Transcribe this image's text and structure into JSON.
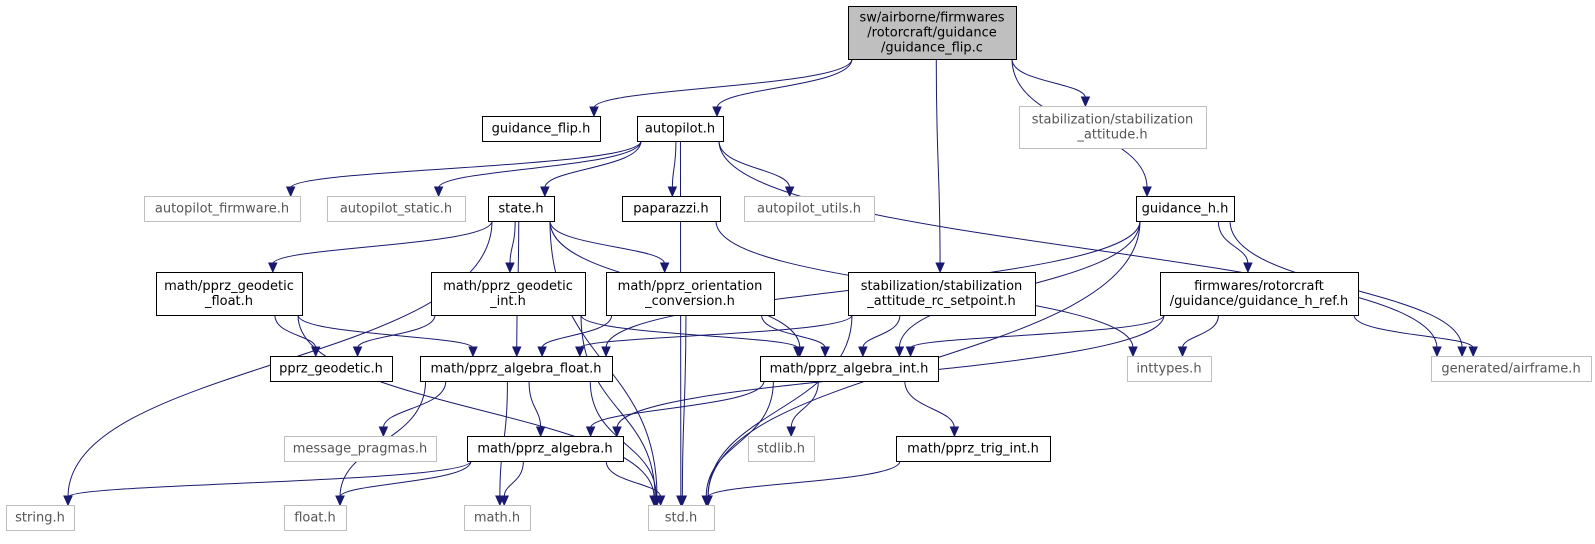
{
  "graph": {
    "nodes": [
      {
        "id": "root",
        "lines": [
          "sw/airborne/firmwares",
          "/rotorcraft/guidance",
          "/guidance_flip.c"
        ],
        "style": "root"
      },
      {
        "id": "guidance_flip_h",
        "lines": [
          "guidance_flip.h"
        ],
        "style": "normal"
      },
      {
        "id": "autopilot_h",
        "lines": [
          "autopilot.h"
        ],
        "style": "normal"
      },
      {
        "id": "stab_att_h",
        "lines": [
          "stabilization/stabilization",
          "_attitude.h"
        ],
        "style": "ext"
      },
      {
        "id": "autopilot_firmware_h",
        "lines": [
          "autopilot_firmware.h"
        ],
        "style": "ext"
      },
      {
        "id": "autopilot_static_h",
        "lines": [
          "autopilot_static.h"
        ],
        "style": "ext"
      },
      {
        "id": "state_h",
        "lines": [
          "state.h"
        ],
        "style": "normal"
      },
      {
        "id": "paparazzi_h",
        "lines": [
          "paparazzi.h"
        ],
        "style": "normal"
      },
      {
        "id": "autopilot_utils_h",
        "lines": [
          "autopilot_utils.h"
        ],
        "style": "ext"
      },
      {
        "id": "guidance_h_h",
        "lines": [
          "guidance_h.h"
        ],
        "style": "normal"
      },
      {
        "id": "geodetic_float_h",
        "lines": [
          "math/pprz_geodetic",
          "_float.h"
        ],
        "style": "normal"
      },
      {
        "id": "geodetic_int_h",
        "lines": [
          "math/pprz_geodetic",
          "_int.h"
        ],
        "style": "normal"
      },
      {
        "id": "orientation_h",
        "lines": [
          "math/pprz_orientation",
          "_conversion.h"
        ],
        "style": "normal"
      },
      {
        "id": "stab_rc_h",
        "lines": [
          "stabilization/stabilization",
          "_attitude_rc_setpoint.h"
        ],
        "style": "normal"
      },
      {
        "id": "guidance_h_ref_h",
        "lines": [
          "firmwares/rotorcraft",
          "/guidance/guidance_h_ref.h"
        ],
        "style": "normal"
      },
      {
        "id": "pprz_geodetic_h",
        "lines": [
          "pprz_geodetic.h"
        ],
        "style": "normal"
      },
      {
        "id": "algebra_float_h",
        "lines": [
          "math/pprz_algebra_float.h"
        ],
        "style": "normal"
      },
      {
        "id": "algebra_int_h",
        "lines": [
          "math/pprz_algebra_int.h"
        ],
        "style": "normal"
      },
      {
        "id": "inttypes_h",
        "lines": [
          "inttypes.h"
        ],
        "style": "ext"
      },
      {
        "id": "airframe_h",
        "lines": [
          "generated/airframe.h"
        ],
        "style": "ext"
      },
      {
        "id": "message_pragmas_h",
        "lines": [
          "message_pragmas.h"
        ],
        "style": "ext"
      },
      {
        "id": "algebra_h",
        "lines": [
          "math/pprz_algebra.h"
        ],
        "style": "normal"
      },
      {
        "id": "stdlib_h",
        "lines": [
          "stdlib.h"
        ],
        "style": "ext"
      },
      {
        "id": "trig_int_h",
        "lines": [
          "math/pprz_trig_int.h"
        ],
        "style": "normal"
      },
      {
        "id": "string_h",
        "lines": [
          "string.h"
        ],
        "style": "ext"
      },
      {
        "id": "float_h",
        "lines": [
          "float.h"
        ],
        "style": "ext"
      },
      {
        "id": "math_h",
        "lines": [
          "math.h"
        ],
        "style": "ext"
      },
      {
        "id": "std_h",
        "lines": [
          "std.h"
        ],
        "style": "ext"
      }
    ],
    "edges": [
      [
        "root",
        "guidance_flip_h"
      ],
      [
        "root",
        "autopilot_h"
      ],
      [
        "root",
        "stab_att_h"
      ],
      [
        "root",
        "stab_rc_h"
      ],
      [
        "root",
        "guidance_h_h"
      ],
      [
        "autopilot_h",
        "autopilot_firmware_h"
      ],
      [
        "autopilot_h",
        "autopilot_static_h"
      ],
      [
        "autopilot_h",
        "state_h"
      ],
      [
        "autopilot_h",
        "paparazzi_h"
      ],
      [
        "autopilot_h",
        "autopilot_utils_h"
      ],
      [
        "autopilot_h",
        "airframe_h"
      ],
      [
        "autopilot_h",
        "std_h"
      ],
      [
        "state_h",
        "geodetic_float_h"
      ],
      [
        "state_h",
        "geodetic_int_h"
      ],
      [
        "state_h",
        "orientation_h"
      ],
      [
        "state_h",
        "algebra_float_h"
      ],
      [
        "state_h",
        "algebra_int_h"
      ],
      [
        "state_h",
        "string_h"
      ],
      [
        "state_h",
        "std_h"
      ],
      [
        "paparazzi_h",
        "inttypes_h"
      ],
      [
        "guidance_h_h",
        "guidance_h_ref_h"
      ],
      [
        "guidance_h_h",
        "algebra_float_h"
      ],
      [
        "guidance_h_h",
        "algebra_int_h"
      ],
      [
        "guidance_h_h",
        "airframe_h"
      ],
      [
        "guidance_h_h",
        "std_h"
      ],
      [
        "geodetic_float_h",
        "pprz_geodetic_h"
      ],
      [
        "geodetic_float_h",
        "algebra_float_h"
      ],
      [
        "geodetic_float_h",
        "std_h"
      ],
      [
        "geodetic_int_h",
        "pprz_geodetic_h"
      ],
      [
        "geodetic_int_h",
        "algebra_int_h"
      ],
      [
        "geodetic_int_h",
        "std_h"
      ],
      [
        "orientation_h",
        "algebra_float_h"
      ],
      [
        "orientation_h",
        "algebra_int_h"
      ],
      [
        "orientation_h",
        "std_h"
      ],
      [
        "stab_rc_h",
        "algebra_float_h"
      ],
      [
        "stab_rc_h",
        "algebra_int_h"
      ],
      [
        "stab_rc_h",
        "std_h"
      ],
      [
        "guidance_h_ref_h",
        "algebra_int_h"
      ],
      [
        "guidance_h_ref_h",
        "inttypes_h"
      ],
      [
        "guidance_h_ref_h",
        "airframe_h"
      ],
      [
        "guidance_h_ref_h",
        "algebra_h"
      ],
      [
        "algebra_float_h",
        "message_pragmas_h"
      ],
      [
        "algebra_float_h",
        "algebra_h"
      ],
      [
        "algebra_float_h",
        "float_h"
      ],
      [
        "algebra_float_h",
        "math_h"
      ],
      [
        "algebra_float_h",
        "std_h"
      ],
      [
        "algebra_int_h",
        "algebra_h"
      ],
      [
        "algebra_int_h",
        "stdlib_h"
      ],
      [
        "algebra_int_h",
        "trig_int_h"
      ],
      [
        "algebra_int_h",
        "std_h"
      ],
      [
        "algebra_h",
        "string_h"
      ],
      [
        "algebra_h",
        "float_h"
      ],
      [
        "algebra_h",
        "math_h"
      ],
      [
        "algebra_h",
        "std_h"
      ],
      [
        "trig_int_h",
        "std_h"
      ]
    ]
  }
}
